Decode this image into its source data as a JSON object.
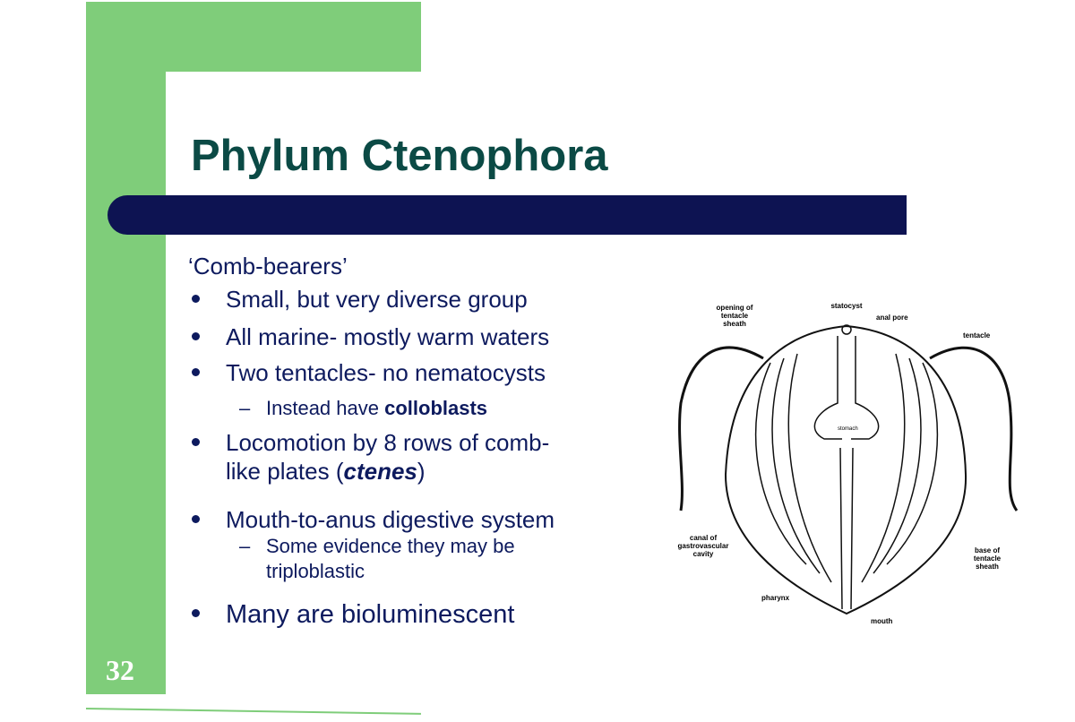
{
  "slide": {
    "title": "Phylum Ctenophora",
    "page_number": "32",
    "intro": "‘Comb-bearers’",
    "bullets": {
      "b0": "Small, but very diverse group",
      "b1": "All marine- mostly warm waters",
      "b2": "Two tentacles- no nematocysts",
      "b2_sub_pre": "Instead have ",
      "b2_sub_bold": "colloblasts",
      "b3_line1": "Locomotion by 8 rows of comb-",
      "b3_line2_pre": "like plates (",
      "b3_line2_em": "ctenes",
      "b3_line2_post": ")",
      "b4": "Mouth-to-anus digestive system",
      "b4_sub_line1": "Some evidence they may be",
      "b4_sub_line2": "triploblastic",
      "b5": "Many are bioluminescent"
    },
    "sub_marker": "–"
  },
  "diagram": {
    "labels": {
      "statocyst": "statocyst",
      "opening1": "opening of",
      "opening2": "tentacle",
      "opening3": "sheath",
      "anal_pore": "anal pore",
      "tentacle": "tentacle",
      "stomach": "stomach",
      "canal1": "canal of",
      "canal2": "gastrovascular",
      "canal3": "cavity",
      "base1": "base of",
      "base2": "tentacle",
      "base3": "sheath",
      "pharynx": "pharynx",
      "mouth": "mouth"
    }
  },
  "colors": {
    "green": "#7fcd7a",
    "navy": "#0d1352",
    "title": "#0b4a45",
    "text": "#0d1a5e"
  }
}
